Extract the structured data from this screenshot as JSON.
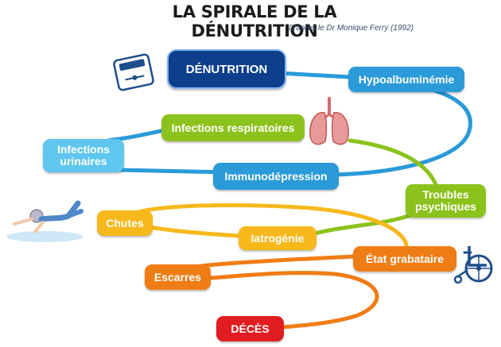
{
  "title": "LA SPIRALE DE LA DÉNUTRITION",
  "subtitle": "D'après le Dr Monique Ferry (1992)",
  "colors": {
    "navy": "#0d3f8c",
    "blue": "#2a9ad8",
    "light_blue": "#5ec6ef",
    "green": "#8cc21c",
    "yellow": "#f6b81a",
    "orange": "#ef7d15",
    "red": "#e11d22"
  },
  "nodes": {
    "denutrition": "DÉNUTRITION",
    "hypoalbuminemie": "Hypoalbuminémie",
    "infections_respiratoires": "Infections respiratoires",
    "infections_urinaires": "Infections\nurinaires",
    "immunodepression": "Immunodépression",
    "troubles_psychiques": "Troubles\npsychiques",
    "chutes": "Chutes",
    "iatrogenie": "Iatrogénie",
    "etat_grabataire": "État grabataire",
    "escarres": "Escarres",
    "deces": "DÉCÈS"
  },
  "icons": [
    "scale-icon",
    "lungs-icon",
    "falling-person-icon",
    "wheelchair-icon"
  ]
}
